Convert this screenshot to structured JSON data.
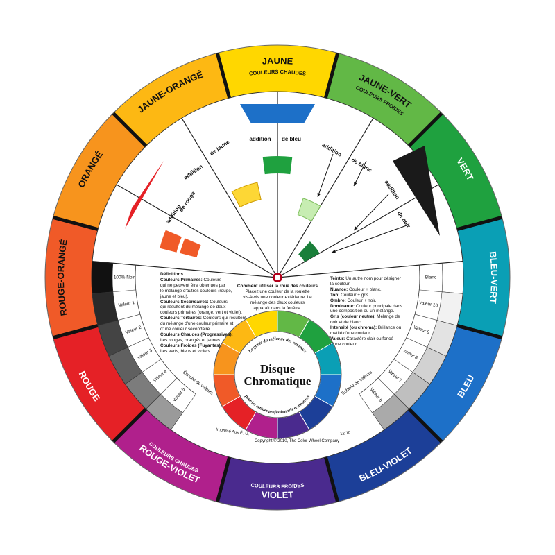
{
  "segments": [
    {
      "id": "jaune",
      "label": "JAUNE",
      "sub": "COULEURS CHAUDES",
      "color": "#ffd700",
      "text": "#111111"
    },
    {
      "id": "jaune-vert",
      "label": "JAUNE-VERT",
      "sub": "COULEURS FROIDES",
      "color": "#62b846",
      "text": "#111111"
    },
    {
      "id": "vert",
      "label": "VERT",
      "sub": "",
      "color": "#1fa13f",
      "text": "#ffffff"
    },
    {
      "id": "bleu-vert",
      "label": "BLEU-VERT",
      "sub": "",
      "color": "#0a9fb5",
      "text": "#ffffff"
    },
    {
      "id": "bleu",
      "label": "BLEU",
      "sub": "",
      "color": "#1d70c8",
      "text": "#ffffff"
    },
    {
      "id": "bleu-violet",
      "label": "BLEU-VIOLET",
      "sub": "",
      "color": "#1c3f98",
      "text": "#ffffff"
    },
    {
      "id": "violet",
      "label": "VIOLET",
      "sub": "COULEURS FROIDES",
      "color": "#4a2a8e",
      "text": "#ffffff"
    },
    {
      "id": "rouge-violet",
      "label": "ROUGE-VIOLET",
      "sub": "COULEURS CHAUDES",
      "color": "#b0208c",
      "text": "#ffffff"
    },
    {
      "id": "rouge",
      "label": "ROUGE",
      "sub": "",
      "color": "#e52126",
      "text": "#ffffff"
    },
    {
      "id": "rouge-orange",
      "label": "ROUGE-ORANGÉ",
      "sub": "",
      "color": "#f05a28",
      "text": "#111111"
    },
    {
      "id": "orange",
      "label": "ORANGÉ",
      "sub": "",
      "color": "#f7941d",
      "text": "#111111"
    },
    {
      "id": "jaune-orange",
      "label": "JAUNE-ORANGÉ",
      "sub": "",
      "color": "#fdb813",
      "text": "#111111"
    }
  ],
  "rays": {
    "addition_label": "addition",
    "items": [
      {
        "label": "de rouge"
      },
      {
        "label": "de jaune"
      },
      {
        "label": "de bleu"
      },
      {
        "label": "de blanc"
      },
      {
        "label": "de noir"
      }
    ]
  },
  "values_left": {
    "title": "Échelle de valeurs",
    "items": [
      "100% Noir",
      "Valeur 1",
      "Valeur 2",
      "Valeur 3",
      "Valeur 4",
      "Valeur 5"
    ]
  },
  "values_right": {
    "title": "Échelle de valeurs",
    "items": [
      "Blanc",
      "Valeur 10",
      "Valeur 9",
      "Valeur 8",
      "Valeur 7",
      "Valeur 6"
    ]
  },
  "how_to": {
    "title": "Comment utiliser la roue des couleurs",
    "lines": [
      "Placez une couleur de la roulette",
      "vis-à-vis une couleur extérieure.  Le",
      "mélange des deux couleurs",
      "apparaît dans la fenêtre."
    ]
  },
  "definitions": {
    "heading": "Définitions",
    "lines": [
      {
        "bold": "Couleurs Primaires:",
        "text": " Couleurs"
      },
      {
        "bold": "",
        "text": "qui ne peuvent être obtenues par"
      },
      {
        "bold": "",
        "text": "le mélange d'autres couleurs (rouge,"
      },
      {
        "bold": "",
        "text": "jaune et bleu)."
      },
      {
        "bold": "Couleurs Secondaires:",
        "text": " Couleurs"
      },
      {
        "bold": "",
        "text": "qui résultent du mélange de deux"
      },
      {
        "bold": "",
        "text": "couleurs primaires (orange, vert et violet)."
      },
      {
        "bold": "Couleurs Tertiaires:",
        "text": " Couleurs qui résultent"
      },
      {
        "bold": "",
        "text": "du mélange d'une couleur primaire et"
      },
      {
        "bold": "",
        "text": "d'une couleur secondaire."
      },
      {
        "bold": "Couleurs Chaudes (Progressives):",
        "text": ""
      },
      {
        "bold": "",
        "text": "Les rouges, orangés et jaunes."
      },
      {
        "bold": "Couleurs Froides (Fuyantes):",
        "text": ""
      },
      {
        "bold": "",
        "text": "Les verts, bleus et violets."
      }
    ]
  },
  "terms": {
    "lines": [
      {
        "bold": "Teinte:",
        "text": " Un autre nom pour désigner"
      },
      {
        "bold": "",
        "text": "la couleur."
      },
      {
        "bold": "Nuance:",
        "text": " Couleur + blanc."
      },
      {
        "bold": "Ton:",
        "text": " Couleur + gris."
      },
      {
        "bold": "Ombre:",
        "text": " Couleur + noir."
      },
      {
        "bold": "Dominante:",
        "text": " Couleur principale dans"
      },
      {
        "bold": "",
        "text": "une composition ou un mélange."
      },
      {
        "bold": "Gris (couleur neutre):",
        "text": " Mélange de"
      },
      {
        "bold": "",
        "text": "noir et de blanc."
      },
      {
        "bold": "Intensité (ou chroma):",
        "text": " Brillance ou"
      },
      {
        "bold": "",
        "text": "matité d'une couleur."
      },
      {
        "bold": "Valeur:",
        "text": " Caractère clair ou foncé"
      },
      {
        "bold": "",
        "text": "d'une couleur."
      }
    ]
  },
  "center": {
    "title_line1": "Disque",
    "title_line2": "Chromatique",
    "arc_top": "Le guide du mélange des couleurs",
    "arc_bottom": "pour les artistes professionnels et amateurs"
  },
  "footer": {
    "printed": "Imprimé Aux É. U.",
    "copyright": "Copyright © 2010, The Color Wheel Company",
    "code": "12/10"
  }
}
